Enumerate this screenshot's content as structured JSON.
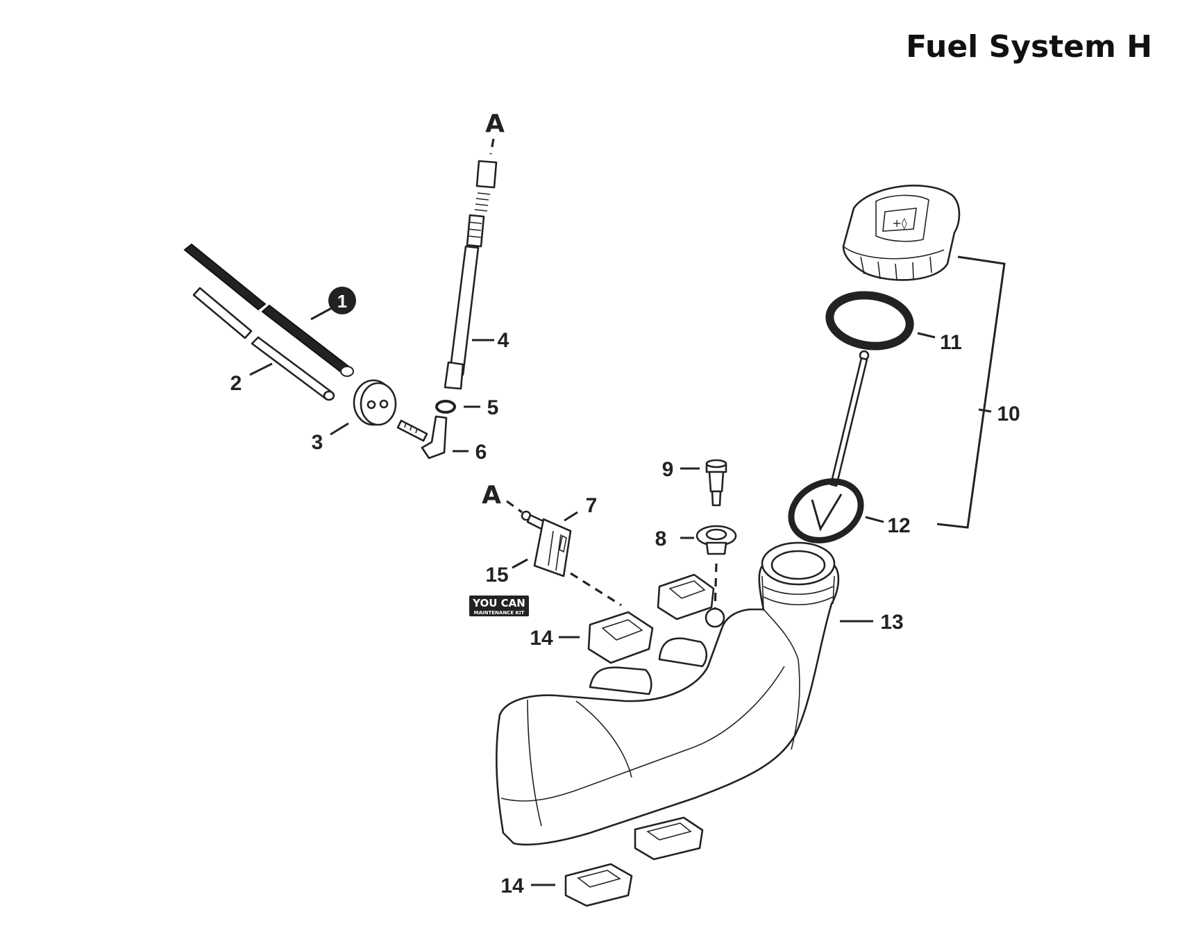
{
  "title": "Fuel System H",
  "connector_letter": "A",
  "callouts": {
    "c1": "1",
    "c2": "2",
    "c3": "3",
    "c4": "4",
    "c5": "5",
    "c6": "6",
    "c7": "7",
    "c8": "8",
    "c9": "9",
    "c10": "10",
    "c11": "11",
    "c12": "12",
    "c13": "13",
    "c14a": "14",
    "c14b": "14",
    "c15": "15"
  },
  "kit_badge": {
    "line1": "YOU CAN",
    "line2": "MAINTENANCE KIT"
  },
  "colors": {
    "ink": "#222222",
    "background": "#ffffff"
  }
}
